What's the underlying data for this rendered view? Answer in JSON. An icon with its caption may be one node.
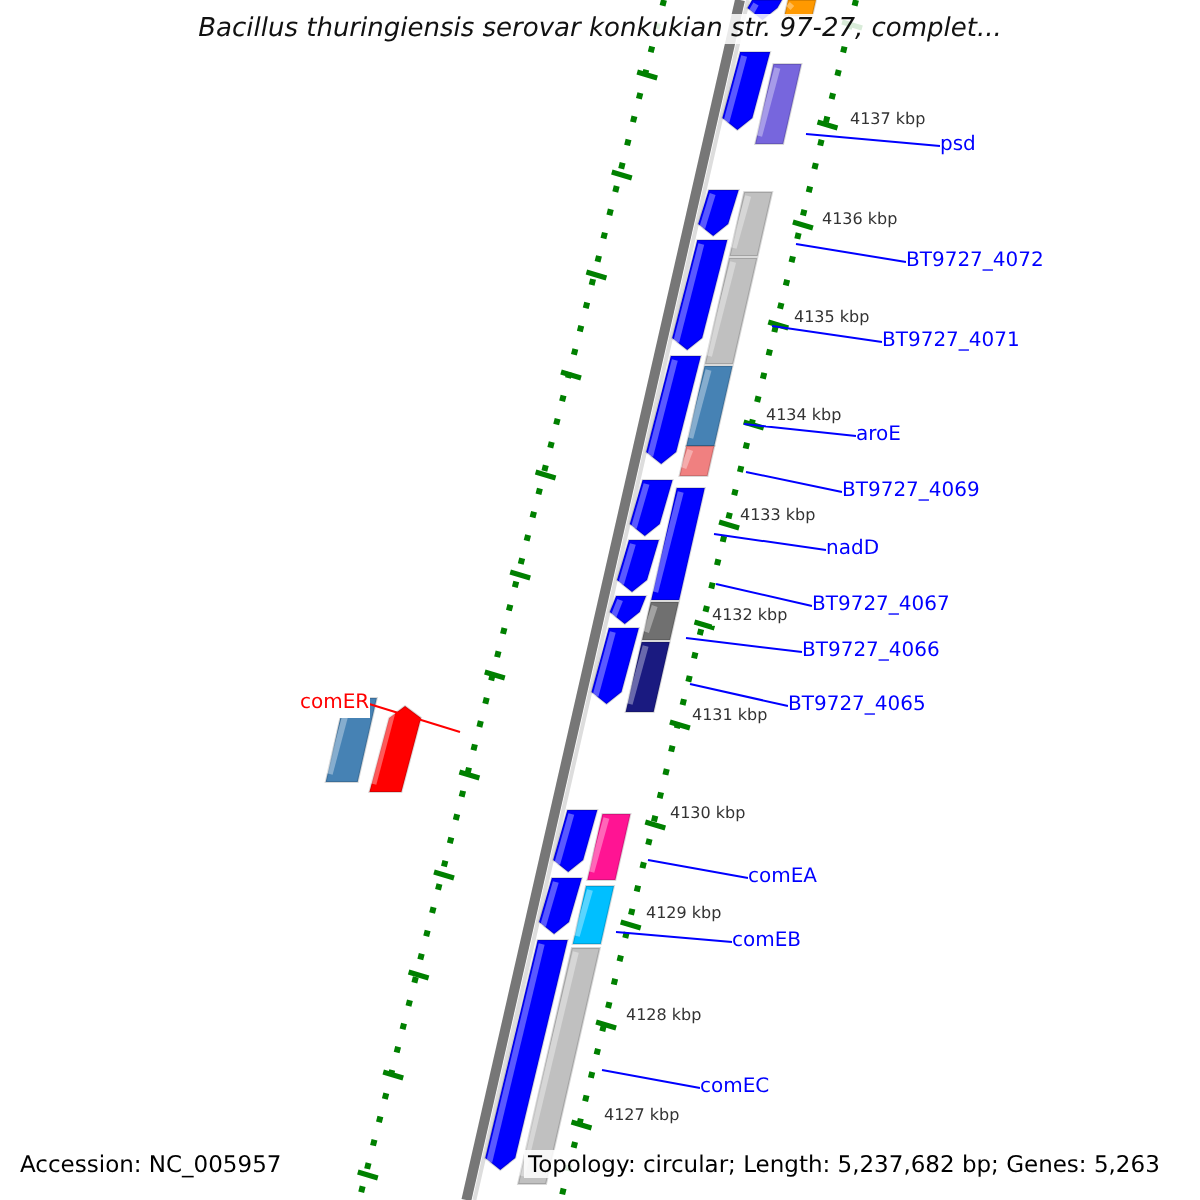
{
  "diagram": {
    "title": "Bacillus thuringiensis serovar konkukian str. 97-27, complet...",
    "nodes": [
      {
        "text": [
          "psd"
        ]
      },
      {
        "text": [
          "BT9727_4072"
        ]
      },
      {
        "text": [
          "BT9727_4071"
        ]
      },
      {
        "text": [
          "aroE"
        ]
      },
      {
        "text": [
          "BT9727_4069"
        ]
      },
      {
        "text": [
          "nadD"
        ]
      },
      {
        "text": [
          "BT9727_4067"
        ]
      },
      {
        "text": [
          "BT9727_4066"
        ]
      },
      {
        "text": [
          "BT9727_4065"
        ]
      },
      {
        "text": [
          "comER"
        ]
      },
      {
        "text": [
          "comEA"
        ]
      },
      {
        "text": [
          "comEB"
        ]
      },
      {
        "text": [
          "comEC"
        ]
      }
    ],
    "edges": [
      {
        "from": 0,
        "to": null,
        "arrow": "none"
      },
      {
        "from": 1,
        "to": null,
        "arrow": "none"
      },
      {
        "from": 2,
        "to": null,
        "arrow": "none"
      },
      {
        "from": 3,
        "to": null,
        "arrow": "none"
      },
      {
        "from": 4,
        "to": null,
        "arrow": "none"
      },
      {
        "from": 5,
        "to": null,
        "arrow": "none"
      },
      {
        "from": 6,
        "to": null,
        "arrow": "none"
      },
      {
        "from": 7,
        "to": null,
        "arrow": "none"
      },
      {
        "from": 8,
        "to": null,
        "arrow": "none"
      },
      {
        "from": 9,
        "to": null,
        "arrow": "none",
        "color": "#ff0000"
      },
      {
        "from": 10,
        "to": null,
        "arrow": "none"
      },
      {
        "from": 11,
        "to": null,
        "arrow": "none"
      },
      {
        "from": 12,
        "to": null,
        "arrow": "none"
      }
    ],
    "labels": [
      "4137 kbp",
      "4136 kbp",
      "4135 kbp",
      "4134 kbp",
      "4133 kbp",
      "4132 kbp",
      "4131 kbp",
      "4130 kbp",
      "4129 kbp",
      "4128 kbp",
      "4127 kbp",
      "Accession: NC_005957",
      "Topology: circular; Length: 5,237,682 bp; Genes: 5,263"
    ]
  }
}
